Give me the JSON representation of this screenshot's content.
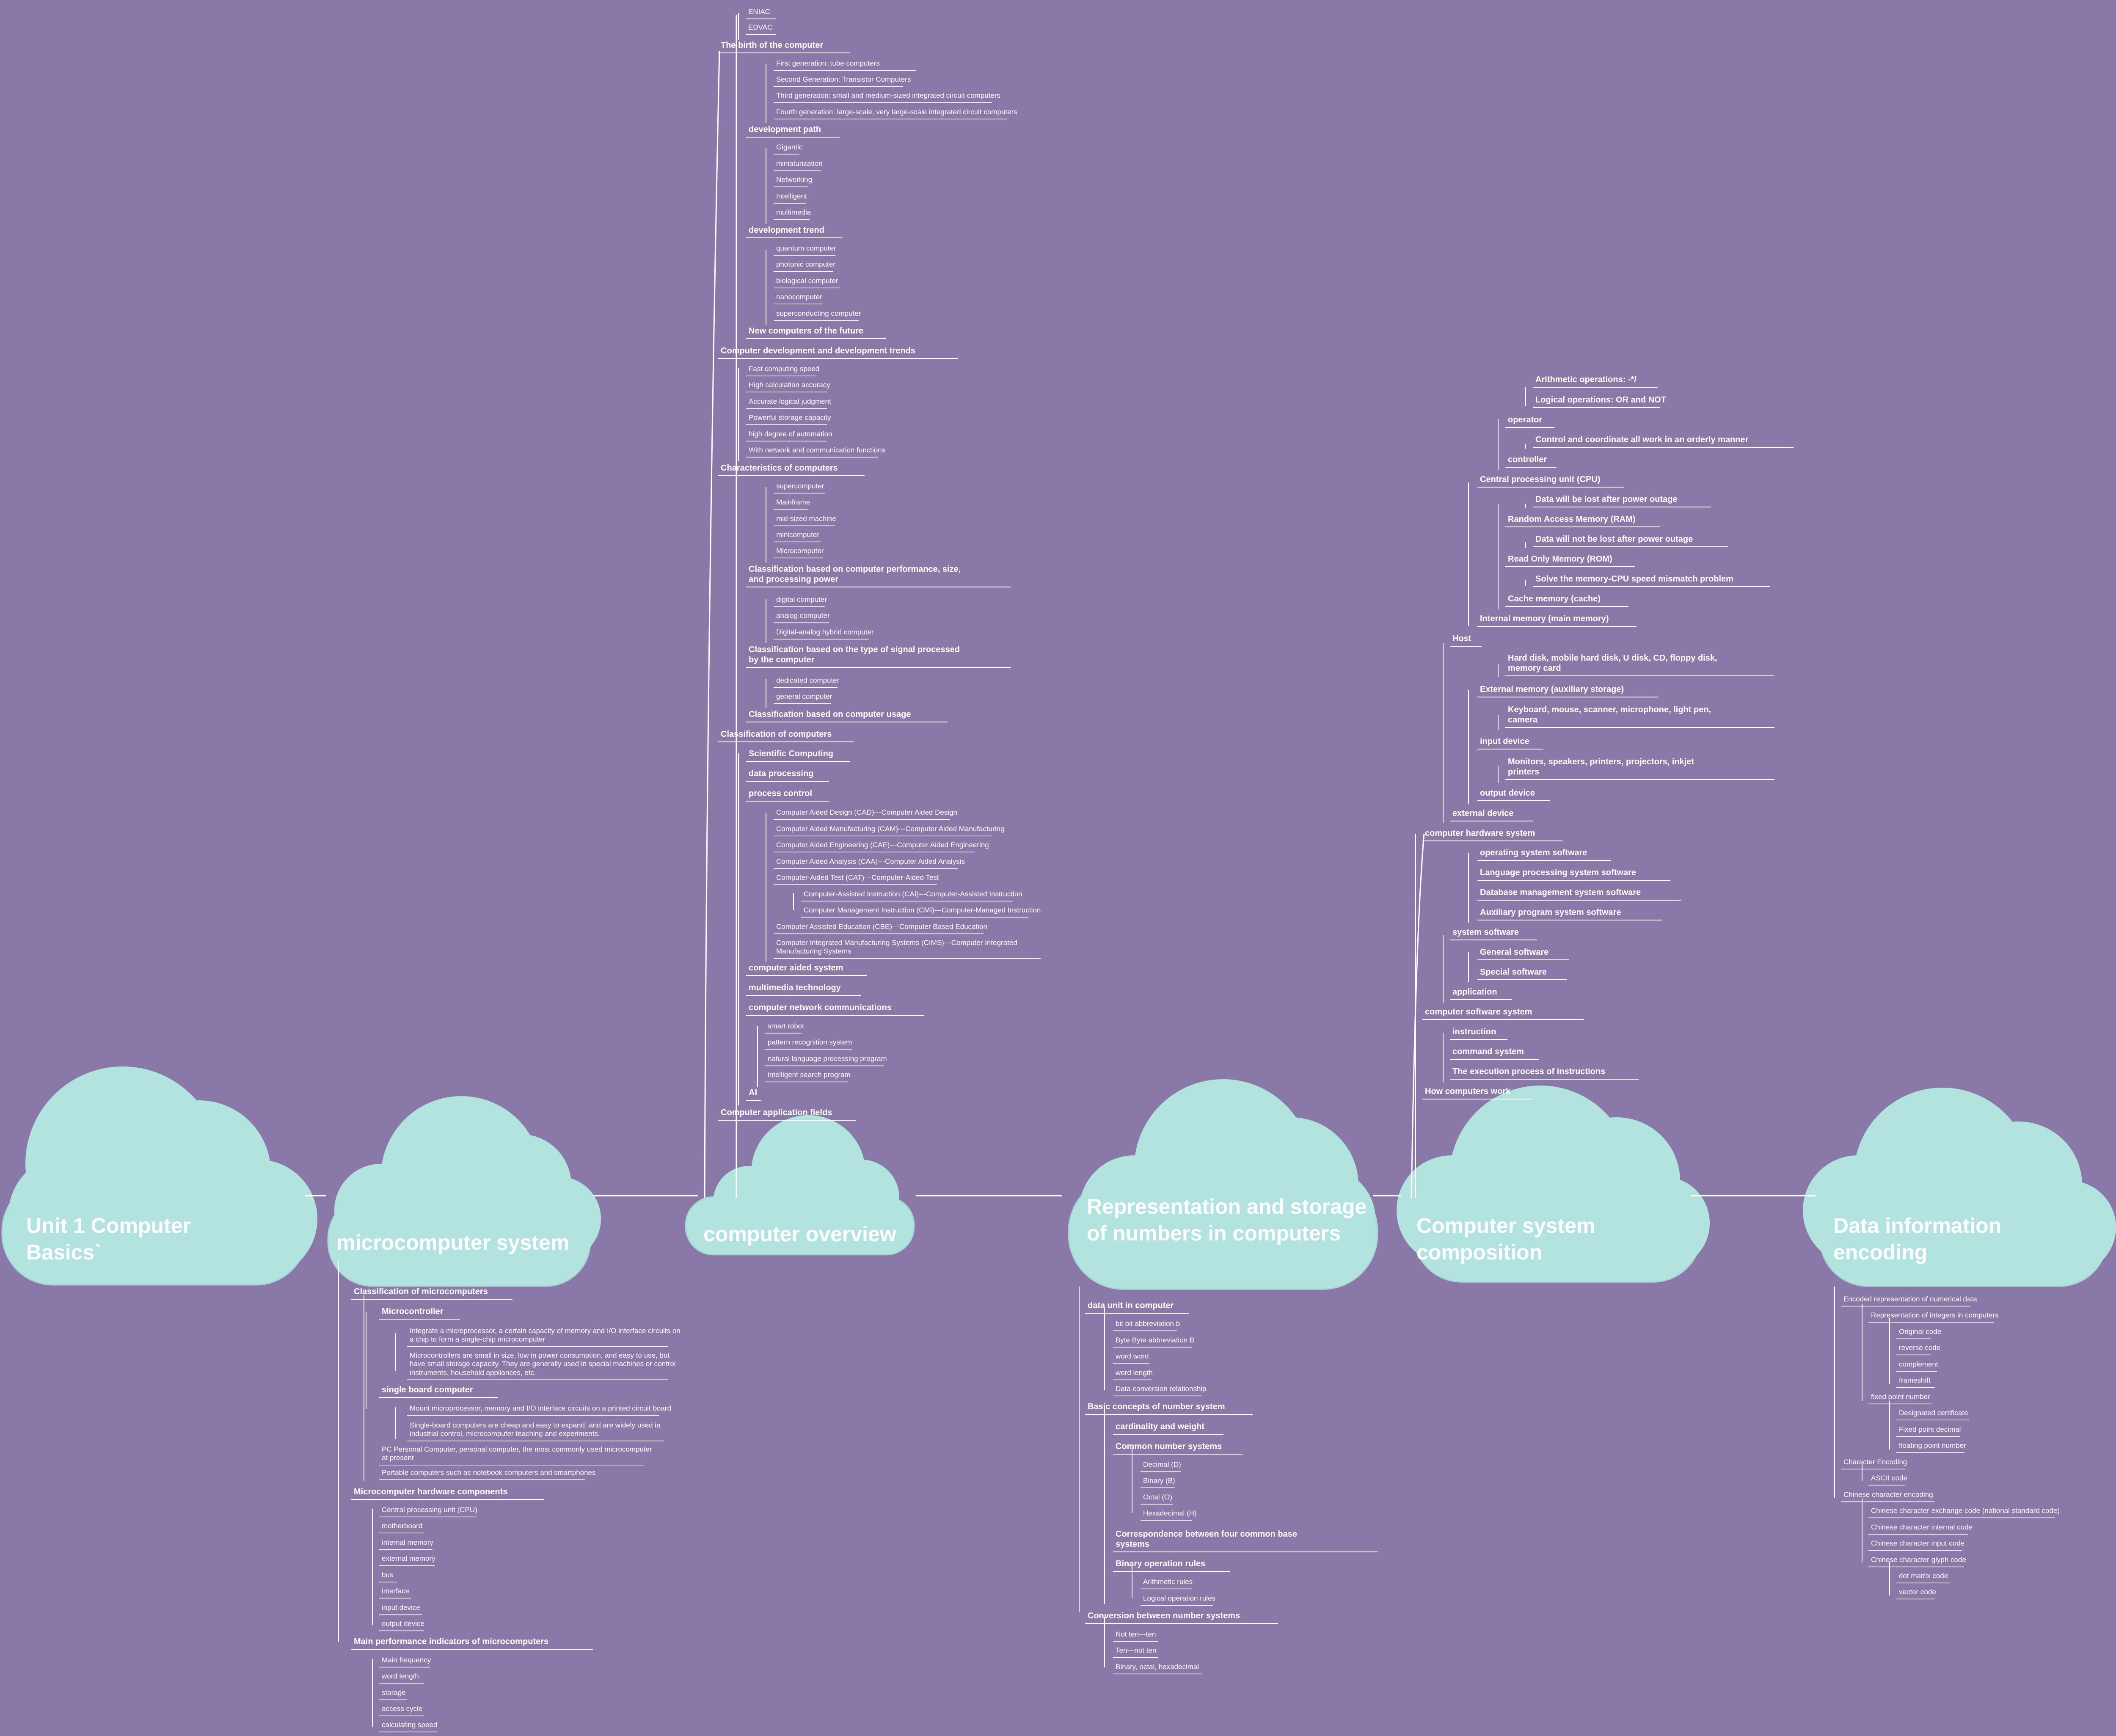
{
  "main": [
    {
      "label": "Unit 1 Computer Basics`"
    },
    {
      "label": "microcomputer system"
    },
    {
      "label": "computer overview"
    },
    {
      "label": "Representation and storage of numbers in computers"
    },
    {
      "label": "Computer system composition"
    },
    {
      "label": "Data information encoding"
    }
  ],
  "overview": [
    "ENIAC",
    "EDVAC",
    "The birth of the computer",
    "First generation: tube computers",
    "Second Generation: Transistor Computers",
    "Third generation: small and medium-sized integrated circuit computers",
    "Fourth generation: large-scale, very large-scale integrated circuit computers",
    "development path",
    "Gigantic",
    "miniaturization",
    "Networking",
    "Intelligent",
    "multimedia",
    "development trend",
    "quantum computer",
    "photonic computer",
    "biological computer",
    "nanocomputer",
    "superconducting computer",
    "New computers of the future",
    "Computer development and development trends",
    "Fast computing speed",
    "High calculation accuracy",
    "Accurate logical judgment",
    "Powerful storage capacity",
    "high degree of automation",
    "With network and communication functions",
    "Characteristics of computers",
    "supercomputer",
    "Mainframe",
    "mid-sized machine",
    "minicomputer",
    "Microcomputer",
    "Classification based on computer performance, size,\nand processing power",
    "digital computer",
    "analog computer",
    "Digital-analog hybrid computer",
    "Classification based on the type of signal processed\nby the computer",
    "dedicated computer",
    "general computer",
    "Classification based on computer usage",
    "Classification of computers",
    "Scientific Computing",
    "data processing",
    "process control",
    "Computer Aided Design (CAD)---Computer Aided Design",
    "Computer Aided Manufacturing (CAM)---Computer Aided Manufacturing",
    "Computer Aided Engineering (CAE)---Computer Aided Engineering",
    "Computer Aided Analysis (CAA)---Computer Aided Analysis",
    "Computer-Aided Test (CAT)---Computer-Aided Test",
    "Computer-Assisted Instruction (CAI)---Computer-Assisted Instruction",
    "Computer Management Instruction (CMI)---Computer-Managed Instruction",
    "Computer Assisted Education (CBE)---Computer Based Education",
    "Computer Integrated Manufacturing Systems (CIMS)---Computer Integrated\nManufacturing Systems",
    "computer aided system",
    "multimedia technology",
    "computer network communications",
    "smart robot",
    "pattern recognition system",
    "natural language processing program",
    "intelligent search program",
    "AI",
    "Computer application fields"
  ],
  "micro": [
    "Classification of microcomputers",
    "Microcontroller",
    "Integrate a microprocessor, a certain capacity of memory and I/O interface circuits on\na chip to form a single-chip microcomputer",
    "Microcontrollers are small in size, low in power consumption, and easy to use, but\nhave small storage capacity. They are generally used in special machines or control\ninstruments, household appliances, etc.",
    "single board computer",
    "Mount microprocessor, memory and I/O interface circuits on a printed circuit board",
    "Single-board computers are cheap and easy to expand, and are widely used in\nindustrial control, microcomputer teaching and experiments.",
    "PC Personal Computer, personal computer, the most commonly used microcomputer\nat present",
    "Portable computers such as notebook computers and smartphones",
    "Microcomputer hardware components",
    "Central processing unit (CPU)",
    "motherboard",
    "internal memory",
    "external memory",
    "bus",
    "interface",
    "input device",
    "output device",
    "Main performance indicators of microcomputers",
    "Main frequency",
    "word length",
    "storage",
    "access cycle",
    "calculating speed"
  ],
  "repr": [
    "data unit in computer",
    "bit bit abbreviation b",
    "Byte Byte abbreviation B",
    "word word",
    "word length",
    "Data conversion relationship",
    "Basic concepts of number system",
    "cardinality and weight",
    "Common number systems",
    "Decimal (D)",
    "Binary (B)",
    "Octal (O)",
    "Hexadecimal (H)",
    "Correspondence between four common base\nsystems",
    "Binary operation rules",
    "Arithmetic rules",
    "Logical operation rules",
    "Conversion between number systems",
    "Not ten---ten",
    "Ten---not ten",
    "Binary, octal, hexadecimal"
  ],
  "comp": [
    "Arithmetic operations: -*/",
    "Logical operations: OR and NOT",
    "operator",
    "Control and coordinate all work in an orderly manner",
    "controller",
    "Central processing unit (CPU)",
    "Data will be lost after power outage",
    "Random Access Memory (RAM)",
    "Data will not be lost after power outage",
    "Read Only Memory (ROM)",
    "Solve the memory-CPU speed mismatch problem",
    "Cache memory (cache)",
    "Internal memory (main memory)",
    "Host",
    "Hard disk, mobile hard disk, U disk, CD, floppy disk,\nmemory card",
    "External memory (auxiliary storage)",
    "Keyboard, mouse, scanner, microphone, light pen,\ncamera",
    "input device",
    "Monitors, speakers, printers, projectors, inkjet\nprinters",
    "output device",
    "external device",
    "computer hardware system",
    "operating system software",
    "Language processing system software",
    "Database management system software",
    "Auxiliary program system software",
    "system software",
    "General software",
    "Special software",
    "application",
    "computer software system",
    "instruction",
    "command system",
    "The execution process of instructions",
    "How computers work"
  ],
  "enc": [
    "Encoded representation of numerical data",
    "Representation of integers in computers",
    "Original code",
    "reverse code",
    "complement",
    "frameshift",
    "fixed point number",
    "Designated certificate",
    "Fixed point decimal",
    "floating point number",
    "Character Encoding",
    "ASCII code",
    "Chinese character encoding",
    "Chinese character exchange code (national standard code)",
    "Chinese character internal code",
    "Chinese character input code",
    "Chinese character glyph code",
    "dot matrix code",
    "vector code"
  ]
}
